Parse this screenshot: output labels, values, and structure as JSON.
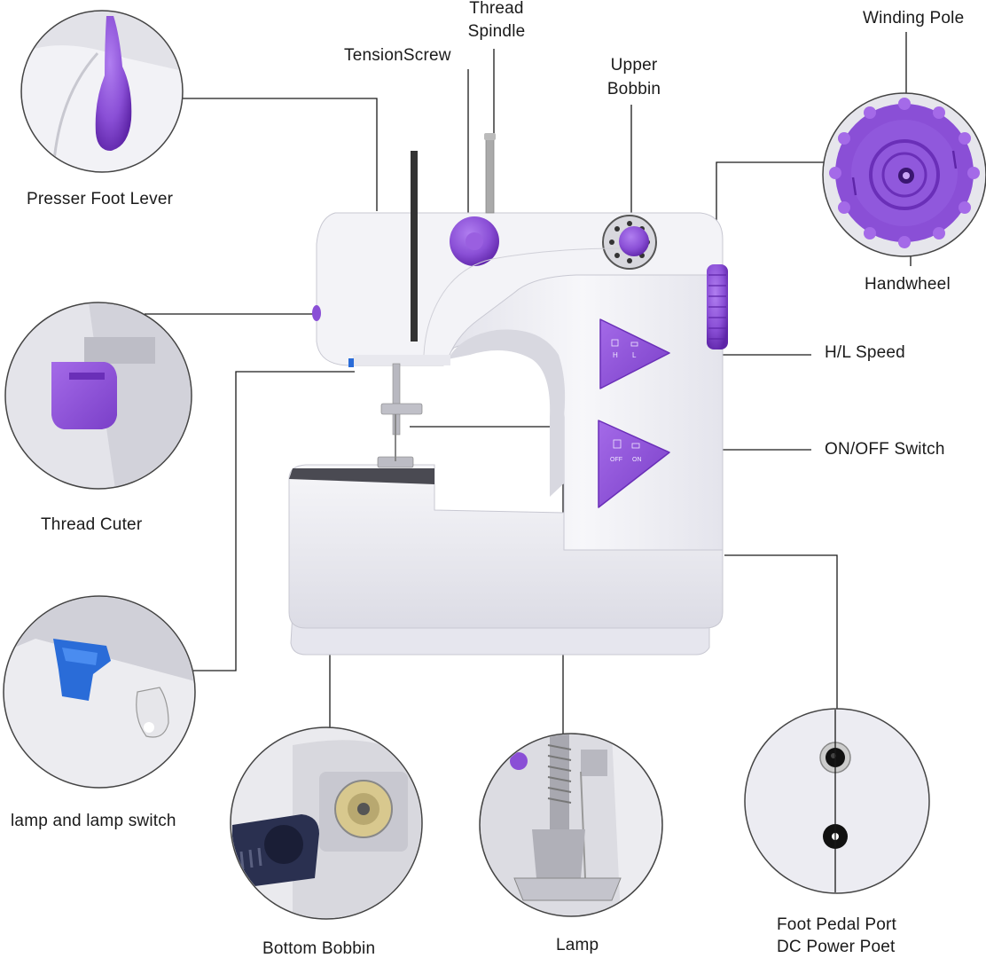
{
  "diagram": {
    "parts": {
      "thread_spindle": {
        "line1": "Thread",
        "line2": "Spindle"
      },
      "tension_screw": {
        "label": "TensionScrew"
      },
      "upper_bobbin": {
        "line1": "Upper",
        "line2": "Bobbin"
      },
      "winding_pole": {
        "label": "Winding Pole"
      },
      "presser_foot_lever": {
        "label": "Presser Foot Lever"
      },
      "handwheel": {
        "label": "Handwheel"
      },
      "hl_speed": {
        "label": "H/L Speed"
      },
      "onoff_switch": {
        "label": "ON/OFF Switch"
      },
      "thread_cutter": {
        "label": "Thread Cuter"
      },
      "lamp_switch": {
        "label": "lamp and lamp switch"
      },
      "bottom_bobbin": {
        "label": "Bottom Bobbin"
      },
      "lamp": {
        "label": "Lamp"
      },
      "ports": {
        "line1": "Foot Pedal Port",
        "line2": "DC Power Poet"
      }
    },
    "button_marks": {
      "speed": {
        "left": "H",
        "right": "L"
      },
      "power": {
        "left": "OFF",
        "right": "ON"
      }
    },
    "colors": {
      "accent_purple": "#8a4fd6",
      "dark_purple": "#6a2fb8",
      "machine_body": "#eeeef3",
      "leader_line": "#1a1a1a",
      "port_bg": "#e8e8ee"
    }
  }
}
